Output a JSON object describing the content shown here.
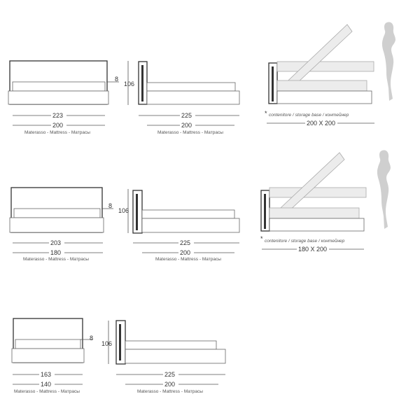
{
  "mattress_label": "Materasso - Mattress - Матрасы",
  "storage_label": "contenitore / storage base / контейнер",
  "asterisk": "*",
  "height_dim": "106",
  "headboard_offset_dim": "8",
  "rows": [
    {
      "front_width": "223",
      "mattress_width": "200",
      "side_length": "225",
      "side_mattress": "200",
      "storage_size": "200 X 200"
    },
    {
      "front_width": "203",
      "mattress_width": "180",
      "side_length": "225",
      "side_mattress": "200",
      "storage_size": "180 X 200"
    },
    {
      "front_width": "163",
      "mattress_width": "140",
      "side_length": "225",
      "side_mattress": "200"
    }
  ]
}
